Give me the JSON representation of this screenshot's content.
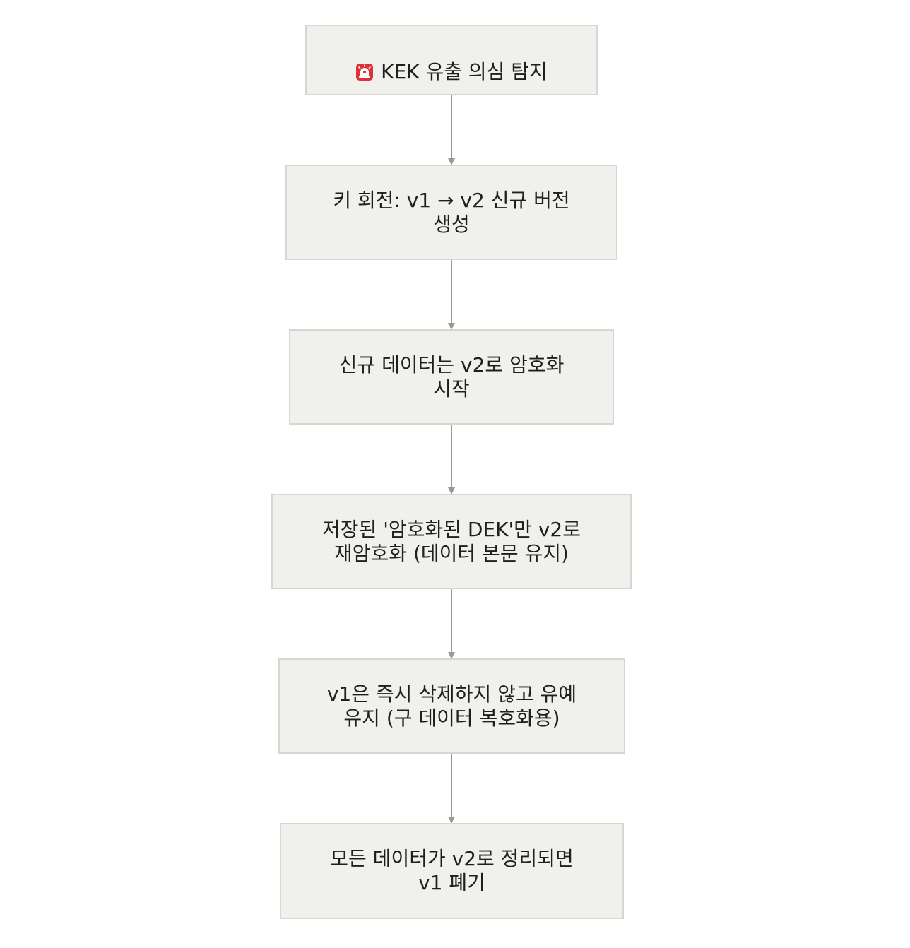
{
  "diagram": {
    "type": "flowchart",
    "direction": "top-to-bottom",
    "nodes": [
      {
        "id": "n1",
        "icon": "alarm-light-icon",
        "label": "KEK 유출 의심 탐지"
      },
      {
        "id": "n2",
        "label": "키 회전: v1 → v2 신규 버전\n생성"
      },
      {
        "id": "n3",
        "label": "신규 데이터는 v2로 암호화\n시작"
      },
      {
        "id": "n4",
        "label": "저장된 '암호화된 DEK'만 v2로\n재암호화 (데이터 본문 유지)"
      },
      {
        "id": "n5",
        "label": "v1은 즉시 삭제하지 않고 유예\n유지 (구 데이터 복호화용)"
      },
      {
        "id": "n6",
        "label": "모든 데이터가 v2로 정리되면\nv1 폐기"
      }
    ],
    "edges": [
      {
        "from": "n1",
        "to": "n2"
      },
      {
        "from": "n2",
        "to": "n3"
      },
      {
        "from": "n3",
        "to": "n4"
      },
      {
        "from": "n4",
        "to": "n5"
      },
      {
        "from": "n5",
        "to": "n6"
      }
    ],
    "colors": {
      "node_fill": "#f0f0ed",
      "node_border": "#d6d6d2",
      "edge": "#999999",
      "text": "#1f1f1f",
      "icon_red": "#e0313a"
    }
  }
}
